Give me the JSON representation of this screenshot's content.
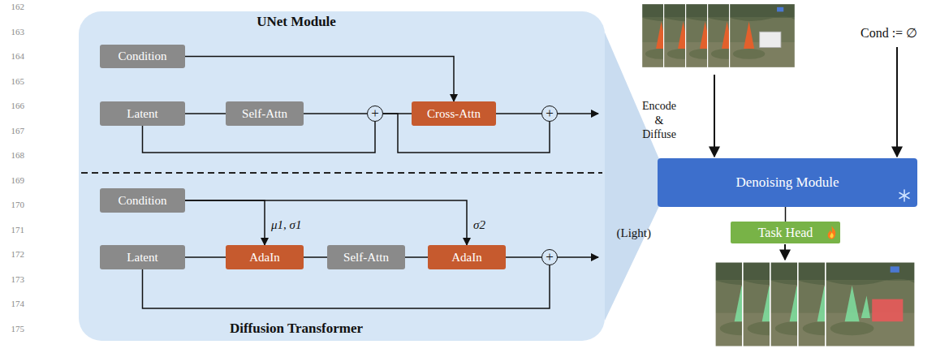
{
  "diagram": {
    "nodes": [
      {
        "text": [
          "UNet Module",
          "Diffusion Transformer"
        ]
      },
      {
        "text": [
          "Condition"
        ],
        "in": 0
      },
      {
        "text": [
          "Latent"
        ],
        "in": 0
      },
      {
        "text": [
          "Self-Attn"
        ],
        "in": 0
      },
      {
        "text": [
          "+"
        ],
        "in": 0
      },
      {
        "text": [
          "Cross-Attn"
        ],
        "in": 0
      },
      {
        "text": [
          "+"
        ],
        "in": 0
      },
      {
        "text": [
          "Condition"
        ],
        "in": 0
      },
      {
        "text": [
          "Latent"
        ],
        "in": 0
      },
      {
        "text": [
          "AdaIn"
        ],
        "in": 0
      },
      {
        "text": [
          "Self-Attn"
        ],
        "in": 0
      },
      {
        "text": [
          "AdaIn"
        ],
        "in": 0
      },
      {
        "text": [
          "+"
        ],
        "in": 0
      },
      {
        "text": [
          "Denoising Module"
        ]
      },
      {
        "text": [
          "(Light)",
          "Task Head"
        ]
      }
    ],
    "edges": [
      {
        "from": 2,
        "to": 3,
        "arrow": "none"
      },
      {
        "from": 3,
        "to": 4,
        "arrow": "none"
      },
      {
        "from": 2,
        "to": 4,
        "arrow": "none"
      },
      {
        "from": 4,
        "to": 5,
        "arrow": "none"
      },
      {
        "from": 1,
        "to": 5,
        "arrow": "to"
      },
      {
        "from": 5,
        "to": 6,
        "arrow": "none"
      },
      {
        "from": 4,
        "to": 6,
        "arrow": "none"
      },
      {
        "from": 8,
        "to": 9,
        "arrow": "none"
      },
      {
        "from": 7,
        "to": 9,
        "label": "μ1, σ1",
        "arrow": "to"
      },
      {
        "from": 9,
        "to": 10,
        "arrow": "none"
      },
      {
        "from": 10,
        "to": 11,
        "arrow": "none"
      },
      {
        "from": 7,
        "to": 11,
        "label": "σ2",
        "arrow": "to"
      },
      {
        "from": 11,
        "to": 12,
        "arrow": "none"
      },
      {
        "from": 8,
        "to": 12,
        "arrow": "none"
      },
      {
        "from": 13,
        "to": 14,
        "arrow": "none"
      }
    ],
    "labels": [
      "162",
      "163",
      "164",
      "165",
      "166",
      "167",
      "168",
      "169",
      "170",
      "171",
      "172",
      "173",
      "174",
      "175",
      "Encode & Diffuse",
      "Cond := ∅"
    ]
  }
}
